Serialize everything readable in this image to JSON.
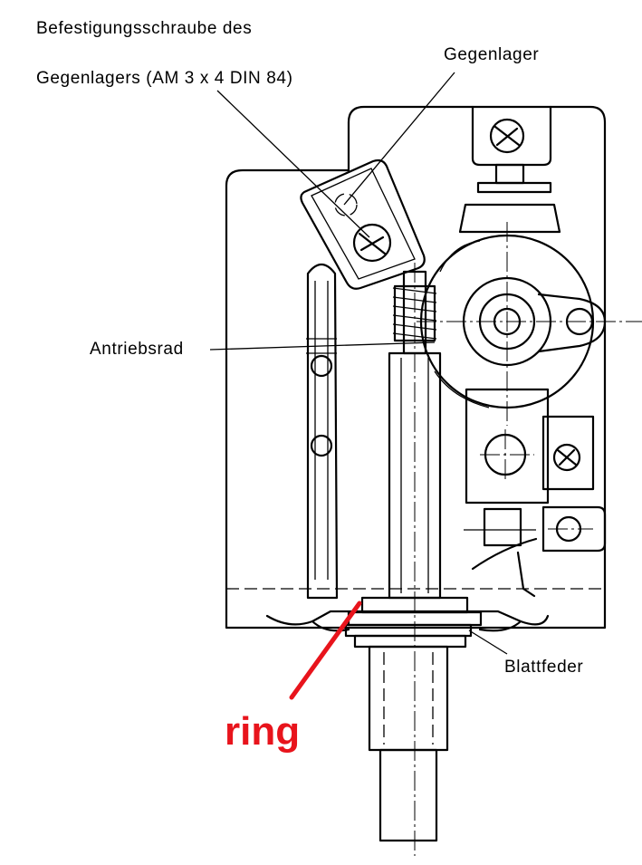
{
  "labels": {
    "screw_line1": "Befestigungsschraube  des",
    "screw_line2": "Gegenlagers  (AM  3 x 4  DIN  84)",
    "counter_bearing": "Gegenlager",
    "drive_wheel": "Antriebsrad",
    "leaf_spring": "Blattfeder",
    "ring": "ring"
  },
  "colors": {
    "ink": "#000000",
    "annotation": "#e8141c",
    "background": "#ffffff"
  }
}
